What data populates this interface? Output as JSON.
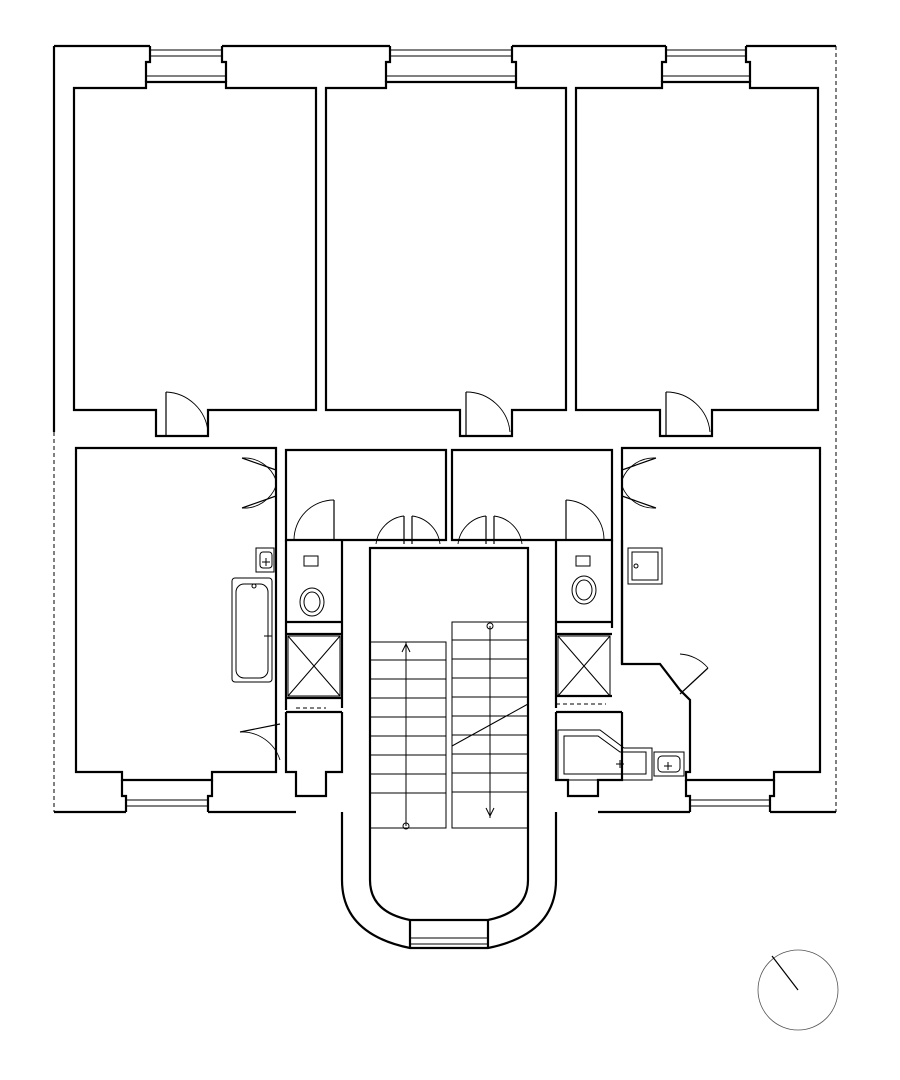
{
  "plan": {
    "rooms": [
      {
        "key": "room-north-west"
      },
      {
        "key": "room-north-center"
      },
      {
        "key": "room-north-east"
      },
      {
        "key": "room-south-west"
      },
      {
        "key": "room-south-east"
      },
      {
        "key": "hall-west"
      },
      {
        "key": "hall-east"
      },
      {
        "key": "staircase"
      }
    ],
    "fixtures": [
      "toilet",
      "bathtub",
      "sink",
      "shower",
      "stair-flight"
    ],
    "compass": {
      "present": true
    }
  }
}
